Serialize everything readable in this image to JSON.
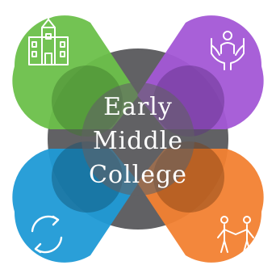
{
  "center": {
    "lines": [
      "Early",
      "Middle",
      "College"
    ],
    "circle_color": "#616164"
  },
  "petals": [
    {
      "id": "green",
      "color": "#6cc04a",
      "icon": "school-building-icon"
    },
    {
      "id": "purple",
      "color": "#a357d6",
      "icon": "hands-person-icon"
    },
    {
      "id": "blue",
      "color": "#1f9ad6",
      "icon": "cycle-arrows-icon"
    },
    {
      "id": "orange",
      "color": "#f28132",
      "icon": "handshake-people-icon"
    }
  ]
}
